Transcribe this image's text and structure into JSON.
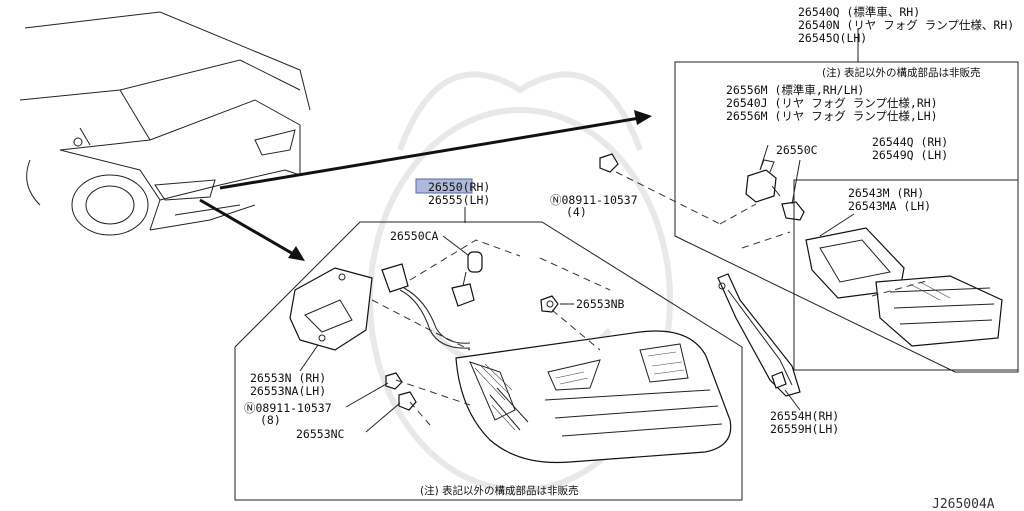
{
  "diagram_code": "J265004A",
  "labels": {
    "p26550_rh": "26550(RH)",
    "p26555_lh": "26555(LH)",
    "p26550ca": "26550CA",
    "p26553nb": "26553NB",
    "screw_upper": "Ⓝ08911-10537",
    "screw_upper_qty": "(4)",
    "p26553n_rh": "26553N (RH)",
    "p26553na_lh": "26553NA(LH)",
    "screw_lower": "Ⓝ08911-10537",
    "screw_lower_qty": "(8)",
    "p26553nc": "26553NC",
    "note": "(注) 表記以外の構成部品は非販売",
    "p26554h_rh": "26554H(RH)",
    "p26559h_lh": "26559H(LH)",
    "p26540q": "26540Q (標準車、RH)",
    "p26540n": "26540N (リヤ フォグ ランプ仕様、RH)",
    "p26545q": "26545Q(LH)",
    "p26556m_std": "26556M (標準車,RH/LH)",
    "p26540j": "26540J (リヤ フォグ ランプ仕様,RH)",
    "p26556m_lh": "26556M (リヤ フォグ ランプ仕様,LH)",
    "p26550c": "26550C",
    "p26544q_rh": "26544Q (RH)",
    "p26549q_lh": "26549Q (LH)",
    "p26543m_rh": "26543M (RH)",
    "p26543ma_lh": "26543MA (LH)"
  }
}
